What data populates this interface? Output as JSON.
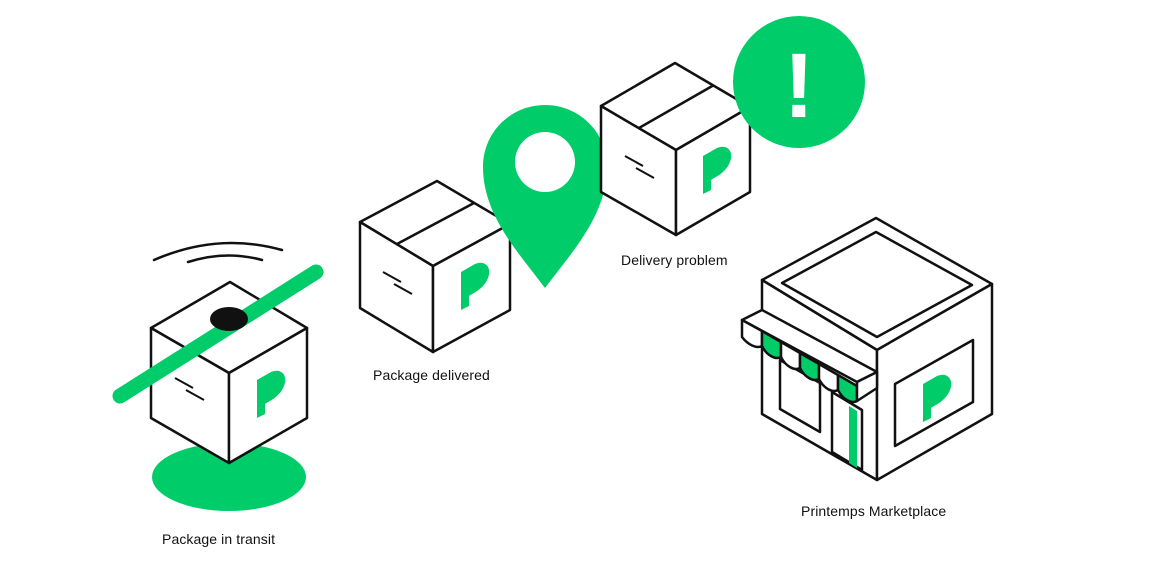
{
  "colors": {
    "accent": "#00cc6a",
    "ink": "#111111",
    "background": "#ffffff"
  },
  "stages": [
    {
      "id": "transit",
      "label": "Package in transit",
      "icon": "package-transit-icon"
    },
    {
      "id": "delivered",
      "label": "Package delivered",
      "icon": "package-delivered-icon"
    },
    {
      "id": "problem",
      "label": "Delivery problem",
      "icon": "package-problem-icon"
    },
    {
      "id": "marketplace",
      "label": "Printemps Marketplace",
      "icon": "storefront-icon"
    }
  ],
  "alert_symbol": "!"
}
